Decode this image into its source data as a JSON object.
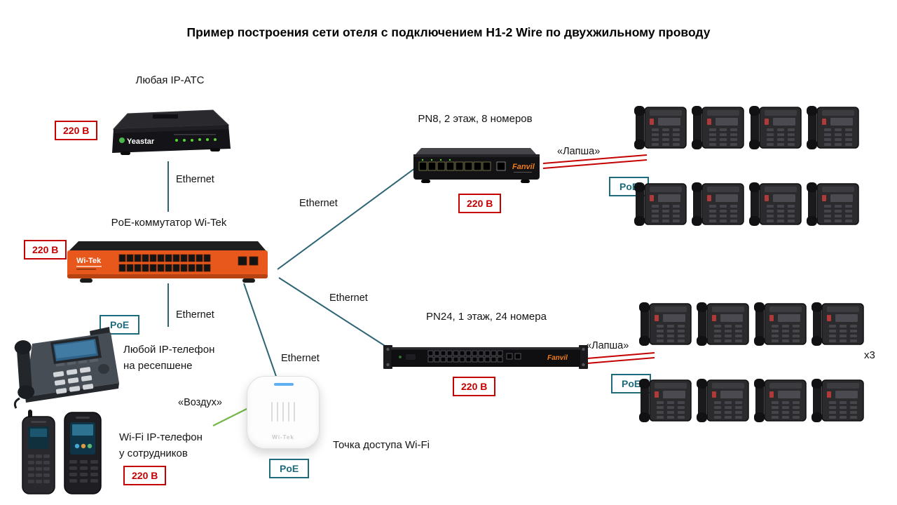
{
  "title": "Пример построения сети отеля с подключением H1-2 Wire по двухжильному проводу",
  "badges": {
    "power": "220 В",
    "poe": "PoE"
  },
  "links": {
    "ethernet": "Ethernet",
    "lapsha": "«Лапша»",
    "air": "«Воздух»"
  },
  "devices": {
    "ipbx": {
      "label": "Любая IP-АТС",
      "brand": "Yeastar"
    },
    "core_switch": {
      "label": "PoE-коммутатор Wi-Tek",
      "brand": "Wi-Tek"
    },
    "pn8": {
      "label": "PN8, 2 этаж, 8 номеров",
      "brand": "Fanvil"
    },
    "pn24": {
      "label": "PN24, 1 этаж, 24 номера",
      "brand": "Fanvil"
    },
    "reception_phone": {
      "label_line1": "Любой IP-телефон",
      "label_line2": "на ресепшене"
    },
    "wifi_phone": {
      "label_line1": "Wi-Fi IP-телефон",
      "label_line2": "у сотрудников"
    },
    "access_point": {
      "label": "Точка доступа Wi-Fi",
      "brand": "Wi-Tek"
    }
  },
  "phone_groups": [
    {
      "name": "floor-2-phones",
      "phones_shown": 8
    },
    {
      "name": "floor-1-phones",
      "phones_shown": 8,
      "multiplier": "x3"
    }
  ],
  "colors": {
    "power_red": "#c40000",
    "poe_teal": "#1e6b7d",
    "ethernet_line": "#2d6575",
    "lapsha_red": "#c40000",
    "air_green": "#74b74a"
  }
}
